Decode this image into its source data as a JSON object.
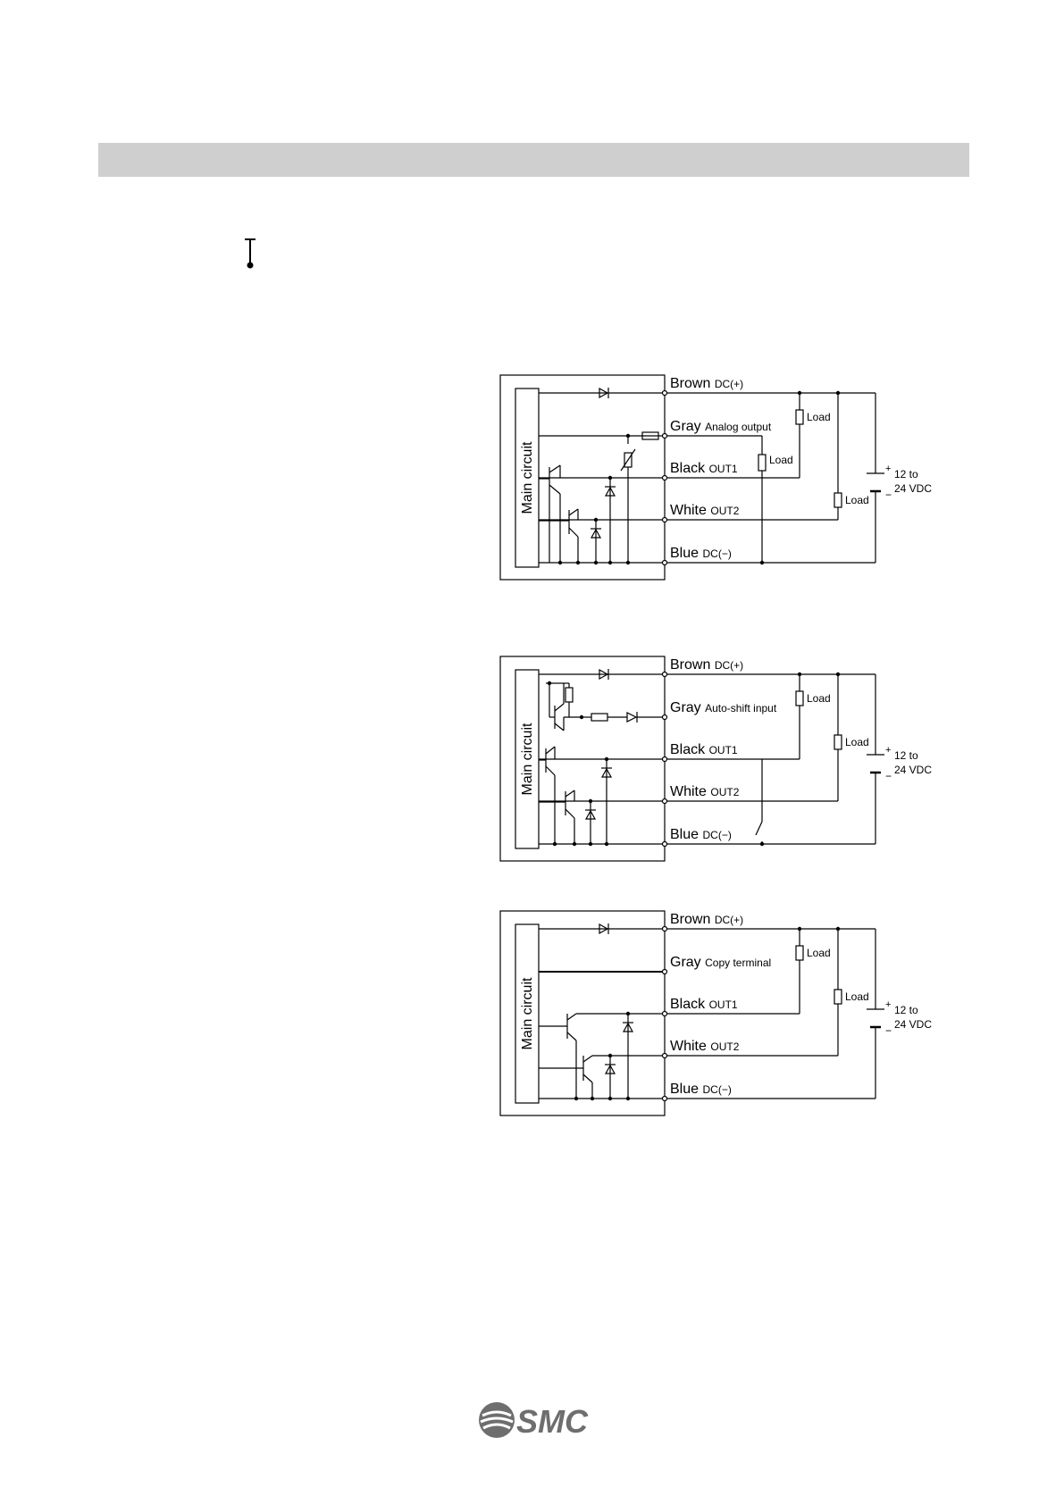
{
  "diagrams": [
    {
      "main_circuit": "Main circuit",
      "wires": [
        {
          "color": "Brown",
          "signal": "DC(+)"
        },
        {
          "color": "Gray",
          "signal": "Analog output"
        },
        {
          "color": "Black",
          "signal": "OUT1"
        },
        {
          "color": "White",
          "signal": "OUT2"
        },
        {
          "color": "Blue",
          "signal": "DC(−)"
        }
      ],
      "load_labels": [
        "Load",
        "Load",
        "Load"
      ],
      "supply_plus": "+",
      "supply_minus": "−",
      "supply_line1": "12 to",
      "supply_line2": "24 VDC"
    },
    {
      "main_circuit": "Main circuit",
      "wires": [
        {
          "color": "Brown",
          "signal": "DC(+)"
        },
        {
          "color": "Gray",
          "signal": "Auto-shift input"
        },
        {
          "color": "Black",
          "signal": "OUT1"
        },
        {
          "color": "White",
          "signal": "OUT2"
        },
        {
          "color": "Blue",
          "signal": "DC(−)"
        }
      ],
      "load_labels": [
        "Load",
        "Load"
      ],
      "supply_plus": "+",
      "supply_minus": "−",
      "supply_line1": "12 to",
      "supply_line2": "24 VDC"
    },
    {
      "main_circuit": "Main circuit",
      "wires": [
        {
          "color": "Brown",
          "signal": "DC(+)"
        },
        {
          "color": "Gray",
          "signal": "Copy terminal"
        },
        {
          "color": "Black",
          "signal": "OUT1"
        },
        {
          "color": "White",
          "signal": "OUT2"
        },
        {
          "color": "Blue",
          "signal": "DC(−)"
        }
      ],
      "load_labels": [
        "Load",
        "Load"
      ],
      "supply_plus": "+",
      "supply_minus": "−",
      "supply_line1": "12 to",
      "supply_line2": "24 VDC"
    }
  ],
  "logo": {
    "text": "SMC",
    "color": "#6e6e6e"
  }
}
